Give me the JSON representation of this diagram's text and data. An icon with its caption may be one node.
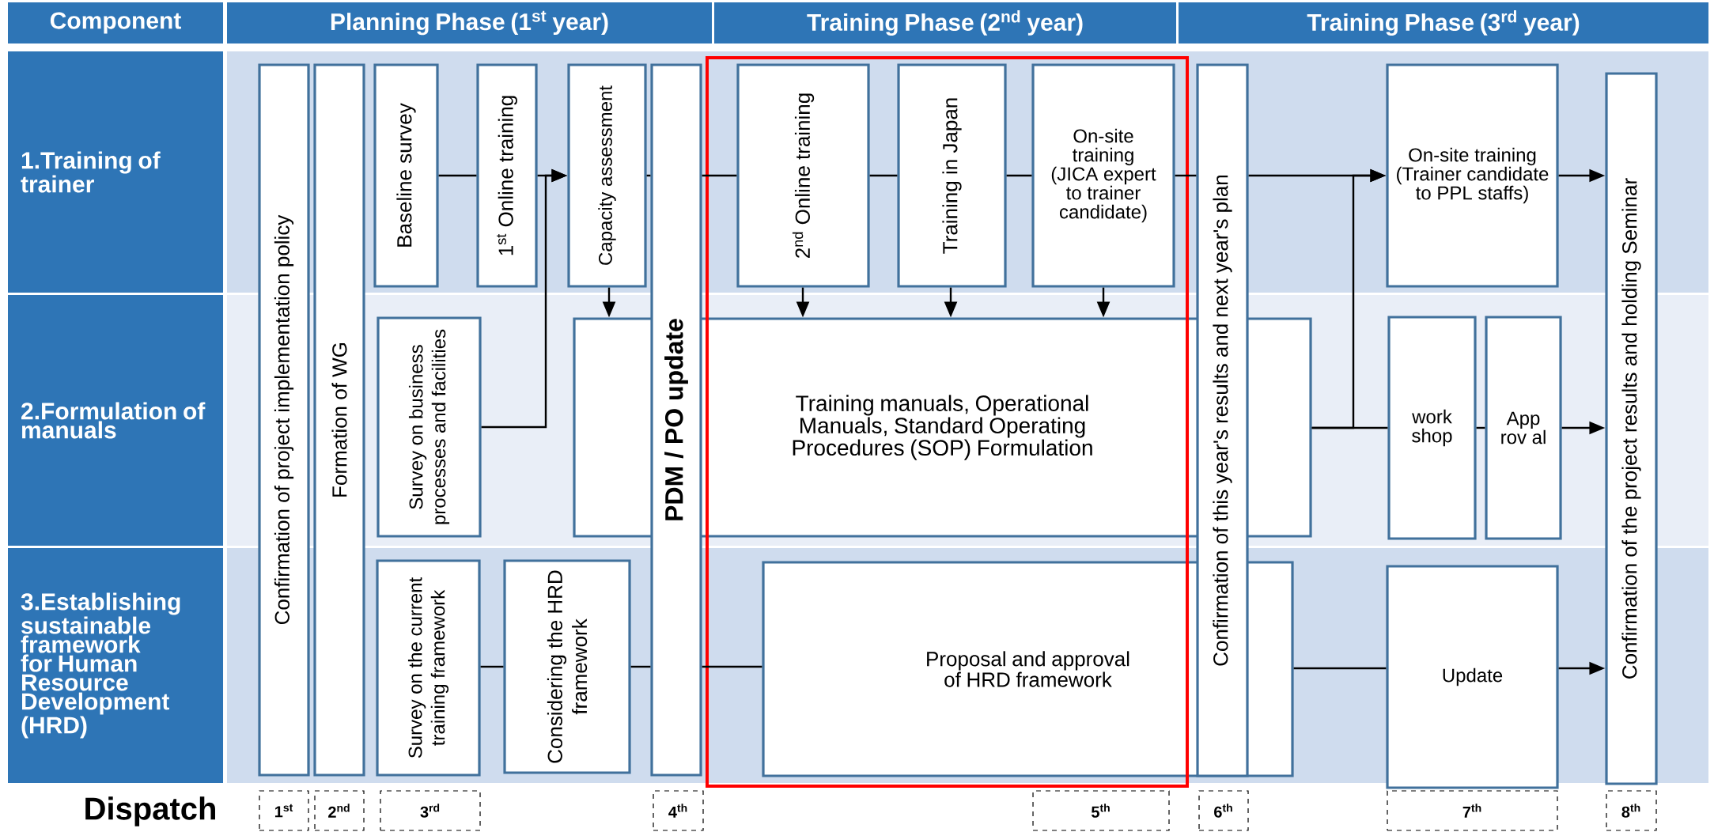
{
  "diagram": {
    "nodes": [
      {
        "text": [
          "Component"
        ]
      },
      {
        "text": [
          "Planning Phase (1$^{st}$ year)"
        ]
      },
      {
        "text": [
          "Training Phase (2$^{nd}$ year)"
        ]
      },
      {
        "text": [
          "Training Phase (3$^{rd}$ year)"
        ]
      },
      {
        "text": [
          "1.Training of trainer"
        ]
      },
      {
        "text": [
          "2.Formulation of manuals"
        ]
      },
      {
        "text": [
          "3.Establishing sustainable framework for Human Resource Development (HRD)"
        ]
      },
      {
        "text": [
          "Confirmation of project implementation policy"
        ]
      },
      {
        "text": [
          "Formation of WG"
        ]
      },
      {
        "text": [
          "Baseline survey"
        ]
      },
      {
        "text": [
          "1$^{st}$ Online training"
        ]
      },
      {
        "text": [
          "Capacity assessment"
        ]
      },
      {
        "text": [
          "PDM / PO update"
        ]
      },
      {
        "text": [
          "2$^{nd}$ Online training"
        ]
      },
      {
        "text": [
          "Training in Japan"
        ]
      },
      {
        "text": [
          "On-site training (JICA expert to trainer candidate)"
        ]
      },
      {
        "text": [
          "Confirmation of this year's results and next year's plan"
        ]
      },
      {
        "text": [
          "On-site training (Trainer candidate to PPL staffs)"
        ]
      },
      {
        "text": [
          "Confirmation of the project results and holding Seminar"
        ]
      },
      {
        "text": [
          "Survey on business processes and facilities"
        ]
      },
      {
        "text": [
          "Training manuals, Operational Manuals, Standard Operating Procedures (SOP) Formulation"
        ]
      },
      {
        "text": [
          "work shop"
        ]
      },
      {
        "text": [
          "App rov al"
        ]
      },
      {
        "text": [
          "Survey on the current training framework"
        ]
      },
      {
        "text": [
          "Considering the HRD framework"
        ]
      },
      {
        "text": [
          "Proposal and approval of HRD framework"
        ]
      },
      {
        "text": [
          "Update"
        ]
      },
      {
        "text": [
          "1$^{st}$"
        ]
      },
      {
        "text": [
          "2$^{nd}$"
        ]
      },
      {
        "text": [
          "3$^{rd}$"
        ]
      },
      {
        "text": [
          "4$^{th}$"
        ]
      },
      {
        "text": [
          "5$^{th}$"
        ]
      },
      {
        "text": [
          "6$^{th}$"
        ]
      },
      {
        "text": [
          "7$^{th}$"
        ]
      },
      {
        "text": [
          "8$^{th}$"
        ]
      }
    ],
    "edges": [
      {
        "from": 9,
        "to": 10,
        "arrow": "none"
      },
      {
        "from": 10,
        "to": 11,
        "arrow": "to"
      },
      {
        "from": 19,
        "to": 11,
        "arrow": "to"
      },
      {
        "from": 11,
        "to": 12,
        "arrow": "none"
      },
      {
        "from": 12,
        "to": 13,
        "arrow": "none"
      },
      {
        "from": 13,
        "to": 14,
        "arrow": "none"
      },
      {
        "from": 14,
        "to": 15,
        "arrow": "none"
      },
      {
        "from": 15,
        "to": 16,
        "arrow": "none"
      },
      {
        "from": 16,
        "to": 17,
        "arrow": "to"
      },
      {
        "from": 20,
        "to": 17,
        "arrow": "to"
      },
      {
        "from": 20,
        "to": 21,
        "arrow": "none"
      },
      {
        "from": 21,
        "to": 22,
        "arrow": "none"
      },
      {
        "from": 22,
        "to": 18,
        "arrow": "to"
      },
      {
        "from": 17,
        "to": 18,
        "arrow": "to"
      },
      {
        "from": 11,
        "to": 20,
        "arrow": "to"
      },
      {
        "from": 13,
        "to": 20,
        "arrow": "to"
      },
      {
        "from": 14,
        "to": 20,
        "arrow": "to"
      },
      {
        "from": 15,
        "to": 20,
        "arrow": "to"
      },
      {
        "from": 23,
        "to": 24,
        "arrow": "none"
      },
      {
        "from": 24,
        "to": 12,
        "arrow": "none"
      },
      {
        "from": 12,
        "to": 25,
        "arrow": "none"
      },
      {
        "from": 25,
        "to": 26,
        "arrow": "none"
      },
      {
        "from": 26,
        "to": 18,
        "arrow": "to"
      }
    ],
    "labels": [
      "Dispatch"
    ]
  }
}
